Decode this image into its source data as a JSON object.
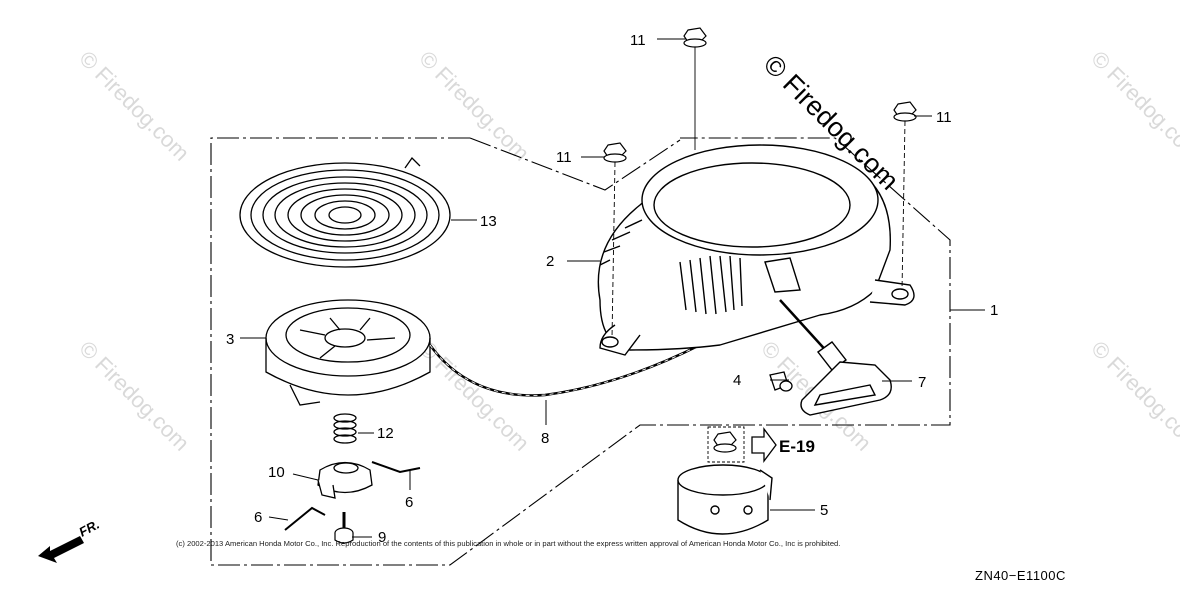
{
  "watermark": "© Firedog.com",
  "part_numbers": {
    "n1": "1",
    "n2": "2",
    "n3": "3",
    "n4": "4",
    "n5": "5",
    "n6a": "6",
    "n6b": "6",
    "n7": "7",
    "n8": "8",
    "n9": "9",
    "n10": "10",
    "n11a": "11",
    "n11b": "11",
    "n11c": "11",
    "n12": "12",
    "n13": "13"
  },
  "reference": "E-19",
  "direction_label": "FR.",
  "copyright": "(c) 2002-2013 American Honda Motor Co., Inc. Reproduction of the contents of this publication in whole or in part without the express written approval of American Honda Motor Co., Inc is prohibited.",
  "diagram_code": "ZN40−E1100C"
}
